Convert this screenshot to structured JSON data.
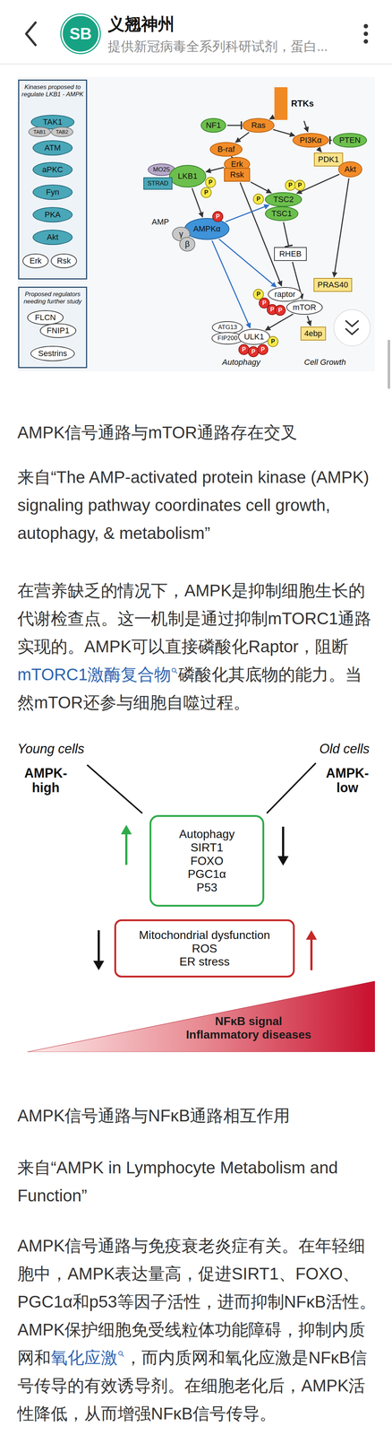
{
  "diagram": {
    "nodes": [
      {
        "text": [
          "SB"
        ]
      },
      {
        "text": [
          "Kinases proposed to regulate LKB1 - AMPK"
        ]
      },
      {
        "text": [
          "TAK1"
        ],
        "in": 1
      },
      {
        "text": [
          "TAB1"
        ],
        "in": 1
      },
      {
        "text": [
          "TAB2"
        ],
        "in": 1
      },
      {
        "text": [
          "ATM"
        ],
        "in": 1
      },
      {
        "text": [
          "aPKC"
        ],
        "in": 1
      },
      {
        "text": [
          "Fyn"
        ],
        "in": 1
      },
      {
        "text": [
          "PKA"
        ],
        "in": 1
      },
      {
        "text": [
          "Akt"
        ],
        "in": 1
      },
      {
        "text": [
          "Erk"
        ],
        "in": 1
      },
      {
        "text": [
          "Rsk"
        ],
        "in": 1
      },
      {
        "text": [
          "Proposed regulators needing further study"
        ]
      },
      {
        "text": [
          "FLCN"
        ],
        "in": 12
      },
      {
        "text": [
          "FNIP1"
        ],
        "in": 12
      },
      {
        "text": [
          "Sestrins"
        ],
        "in": 12
      },
      {
        "text": [
          "RTKs"
        ]
      },
      {
        "text": [
          "NF1"
        ]
      },
      {
        "text": [
          "Ras"
        ]
      },
      {
        "text": [
          "PI3Kα"
        ]
      },
      {
        "text": [
          "PTEN"
        ]
      },
      {
        "text": [
          "B-raf"
        ]
      },
      {
        "text": [
          "PDK1"
        ]
      },
      {
        "text": [
          "Erk"
        ]
      },
      {
        "text": [
          "Rsk"
        ]
      },
      {
        "text": [
          "Akt"
        ]
      },
      {
        "text": [
          "MO25"
        ]
      },
      {
        "text": [
          "LKB1"
        ]
      },
      {
        "text": [
          "STRAD"
        ]
      },
      {
        "text": [
          "TSC2"
        ]
      },
      {
        "text": [
          "TSC1"
        ]
      },
      {
        "text": [
          "AMPKα"
        ]
      },
      {
        "text": [
          "γ"
        ]
      },
      {
        "text": [
          "β"
        ]
      },
      {
        "text": [
          "RHEB"
        ]
      },
      {
        "text": [
          "raptor"
        ]
      },
      {
        "text": [
          "mTOR"
        ]
      },
      {
        "text": [
          "PRAS40"
        ]
      },
      {
        "text": [
          "ATG13"
        ]
      },
      {
        "text": [
          "FIP200"
        ]
      },
      {
        "text": [
          "ULK1"
        ]
      },
      {
        "text": [
          "4ebp"
        ]
      },
      {
        "text": [
          "P"
        ]
      },
      {
        "text": [
          "P"
        ]
      },
      {
        "text": [
          "P"
        ]
      },
      {
        "text": [
          "P"
        ]
      },
      {
        "text": [
          "P"
        ]
      },
      {
        "text": [
          "P"
        ]
      },
      {
        "text": [
          "P"
        ]
      },
      {
        "text": [
          "P"
        ]
      },
      {
        "text": [
          "P"
        ]
      },
      {
        "text": [
          "P"
        ]
      },
      {
        "text": [
          "P"
        ]
      },
      {
        "text": [
          "P"
        ]
      },
      {
        "text": [
          "P"
        ]
      },
      {
        "text": [
          "P"
        ]
      },
      {
        "text": [
          "Autophagy",
          "SIRT1",
          "FOXO",
          "PGC1α",
          "P53"
        ]
      },
      {
        "text": [
          "Mitochondrial dysfunction",
          "ROS",
          "ER stress"
        ]
      },
      {
        "text": [
          "NFκB signal Inflammatory diseases"
        ]
      }
    ],
    "edges": [
      {
        "from": 16,
        "to": 18,
        "arrow": "to"
      },
      {
        "from": 16,
        "to": 19,
        "arrow": "to"
      },
      {
        "from": 17,
        "to": 18,
        "arrow": "to"
      },
      {
        "from": 18,
        "to": 19,
        "arrow": "to"
      },
      {
        "from": 18,
        "to": 21,
        "arrow": "to"
      },
      {
        "from": 20,
        "to": 19,
        "arrow": "to"
      },
      {
        "from": 19,
        "to": 22,
        "arrow": "to"
      },
      {
        "from": 22,
        "to": 25,
        "arrow": "to"
      },
      {
        "from": 21,
        "to": 23,
        "arrow": "to"
      },
      {
        "from": 23,
        "to": 27,
        "arrow": "to"
      },
      {
        "from": 24,
        "to": 29,
        "arrow": "to"
      },
      {
        "from": 24,
        "to": 35,
        "arrow": "to"
      },
      {
        "from": 25,
        "to": 29,
        "arrow": "to"
      },
      {
        "from": 25,
        "to": 37,
        "arrow": "to"
      },
      {
        "from": 27,
        "to": 31,
        "arrow": "to"
      },
      {
        "from": 31,
        "to": 29,
        "arrow": "to"
      },
      {
        "from": 31,
        "to": 35,
        "arrow": "to"
      },
      {
        "from": 31,
        "to": 40,
        "arrow": "to"
      },
      {
        "from": 30,
        "to": 34,
        "arrow": "to"
      },
      {
        "from": 34,
        "to": 36,
        "arrow": "to"
      },
      {
        "from": 36,
        "to": 40,
        "arrow": "to"
      },
      {
        "from": 36,
        "to": 41,
        "arrow": "to"
      }
    ],
    "labels": [
      "义翘神州",
      "提供新冠病毒全系列科研试剂，蛋白...",
      "AMP",
      "Autophagy",
      "Cell Growth",
      "AMPK信号通路与mTOR通路存在交叉",
      "来自“The AMP-activated protein kinase (AMPK) signaling pathway coordinates cell growth, autophagy, & metabolism”",
      "在营养缺乏的情况下，AMPK是抑制细胞生长的代谢检查点。这一机制是通过抑制mTORC1通路实现的。AMPK可以直接磷酸化Raptor，阻断",
      "mTORC1激酶复合物",
      "磷酸化其底物的能力。当然mTOR还参与细胞自噬过程。",
      "Young cells",
      "AMPK- high",
      "Old cells",
      "AMPK- low",
      "AMPK信号通路与NFκB通路相互作用",
      "来自“AMPK in Lymphocyte Metabolism and Function”",
      "AMPK信号通路与免疫衰老炎症有关。在年轻细胞中，AMPK表达量高，促进SIRT1、FOXO、PGC1α和p53等因子活性，进而抑制NFκB活性。AMPK保护细胞免受线粒体功能障碍，抑制内质网和",
      "氧化应激",
      "，而内质网和氧化应激是NFκB信号传导的有效诱导剂。在细胞老化后，AMPK活性降低，从而增强NFκB信号传导。"
    ]
  }
}
